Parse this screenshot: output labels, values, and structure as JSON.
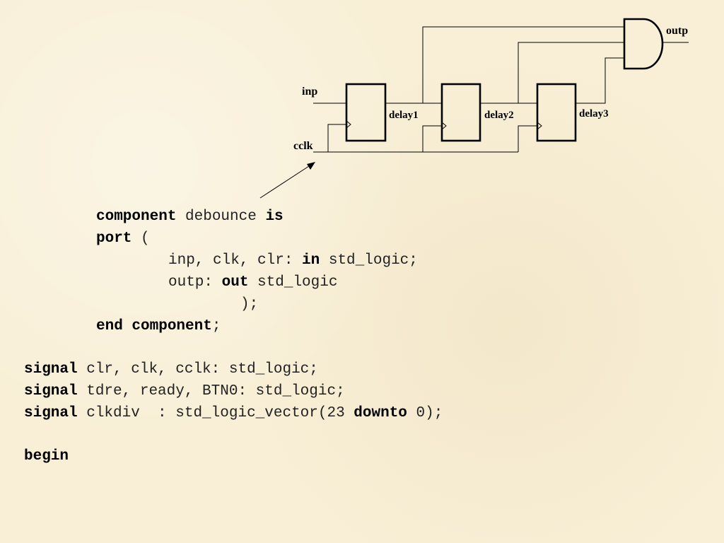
{
  "diagram": {
    "labels": {
      "inp": "inp",
      "cclk": "cclk",
      "delay1": "delay1",
      "delay2": "delay2",
      "delay3": "delay3",
      "outp": "outp"
    }
  },
  "code": {
    "line1": {
      "kw1": "component",
      "t1": " debounce ",
      "kw2": "is"
    },
    "line2": {
      "kw1": "port",
      "t1": " ("
    },
    "line3": {
      "t1": "inp, clk, clr: ",
      "kw1": "in",
      "t2": " std_logic;"
    },
    "line4": {
      "t1": "outp: ",
      "kw1": "out",
      "t2": " std_logic"
    },
    "line5": {
      "t1": ");"
    },
    "line6": {
      "kw1": "end component",
      "t1": ";"
    },
    "line7": {
      "kw1": "signal",
      "t1": " clr, clk, cclk: std_logic;"
    },
    "line8": {
      "kw1": "signal",
      "t1": " tdre, ready, BTN0: std_logic;"
    },
    "line9": {
      "kw1": "signal",
      "t1": " clkdiv  : std_logic_vector(23 ",
      "kw2": "downto",
      "t2": " 0);"
    },
    "line10": {
      "kw1": "begin"
    }
  }
}
